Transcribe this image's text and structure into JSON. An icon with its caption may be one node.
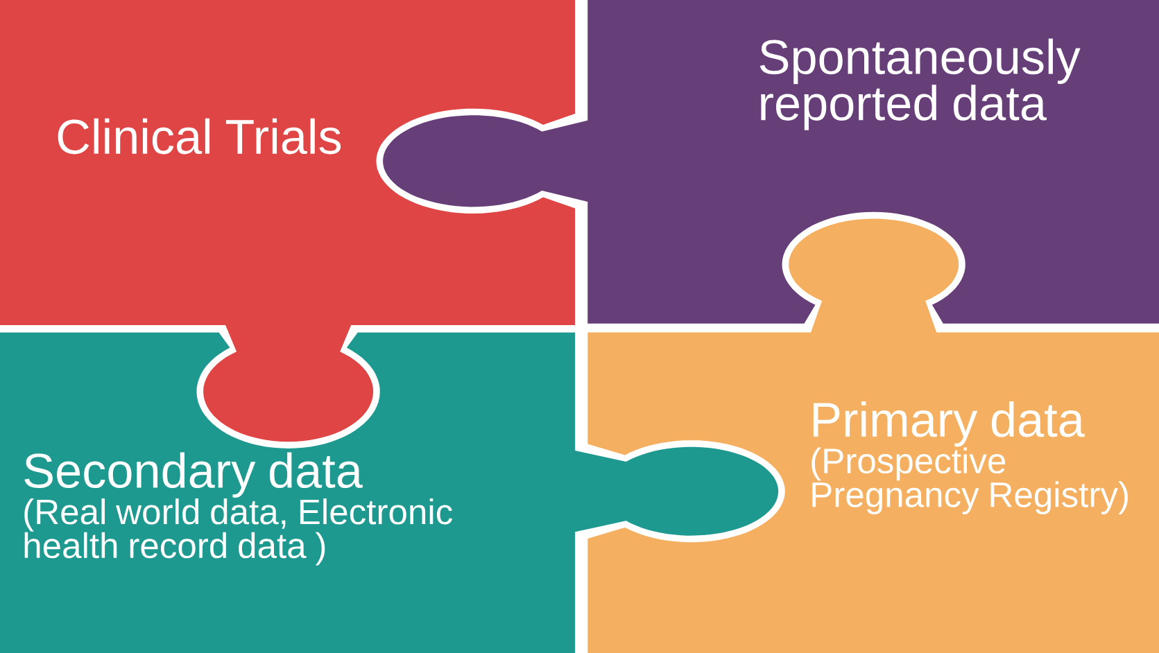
{
  "diagram": {
    "nodes": [
      {
        "text": [
          "Clinical Trials"
        ]
      },
      {
        "text": [
          "Spontaneously reported data"
        ]
      },
      {
        "text": [
          "Secondary data",
          "(Real world data,  Electronic health record data )"
        ]
      },
      {
        "text": [
          "Primary data",
          "(Prospective Pregnancy Registry)"
        ]
      }
    ]
  }
}
